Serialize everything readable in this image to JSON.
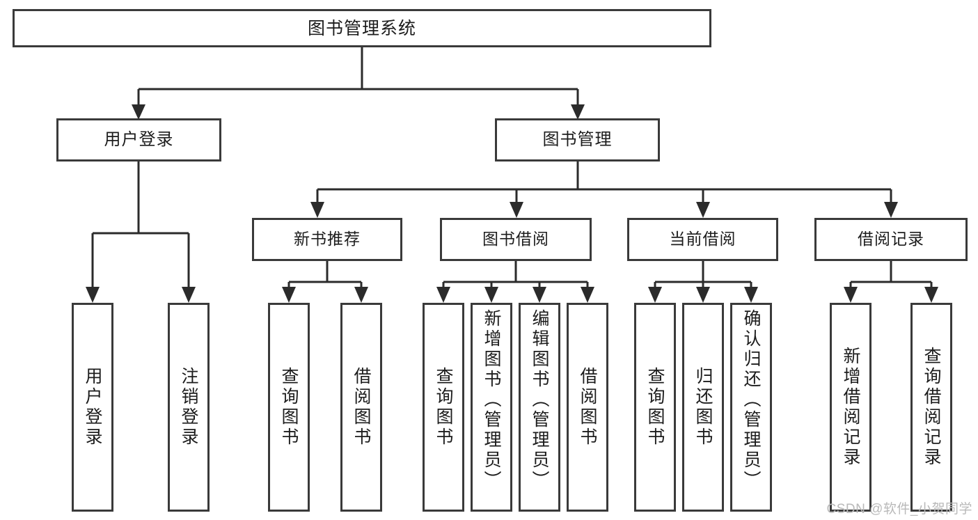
{
  "diagram": {
    "title": "图书管理系统",
    "root": {
      "label": "图书管理系统"
    },
    "level2": [
      {
        "label": "用户登录"
      },
      {
        "label": "图书管理"
      }
    ],
    "level3": [
      {
        "label": "新书推荐"
      },
      {
        "label": "图书借阅"
      },
      {
        "label": "当前借阅"
      },
      {
        "label": "借阅记录"
      }
    ],
    "leaves": {
      "user_login": [
        {
          "label": "用户登录"
        },
        {
          "label": "注销登录"
        }
      ],
      "new_book": [
        {
          "label": "查询图书"
        },
        {
          "label": "借阅图书"
        }
      ],
      "book_borrow": [
        {
          "label": "查询图书"
        },
        {
          "label": "新增图书（管理员）"
        },
        {
          "label": "编辑图书（管理员）"
        },
        {
          "label": "借阅图书"
        }
      ],
      "current_borrow": [
        {
          "label": "查询图书"
        },
        {
          "label": "归还图书"
        },
        {
          "label": "确认归还（管理员）"
        }
      ],
      "borrow_record": [
        {
          "label": "新增借阅记录"
        },
        {
          "label": "查询借阅记录"
        }
      ]
    }
  },
  "watermark": {
    "text": "CSDN @软件_小贺同学"
  },
  "colors": {
    "box_border": "#3a3a3a",
    "connector": "#2b2b2b",
    "text": "#1c1c1c",
    "background": "#ffffff",
    "watermark": "#b9b9b9"
  }
}
